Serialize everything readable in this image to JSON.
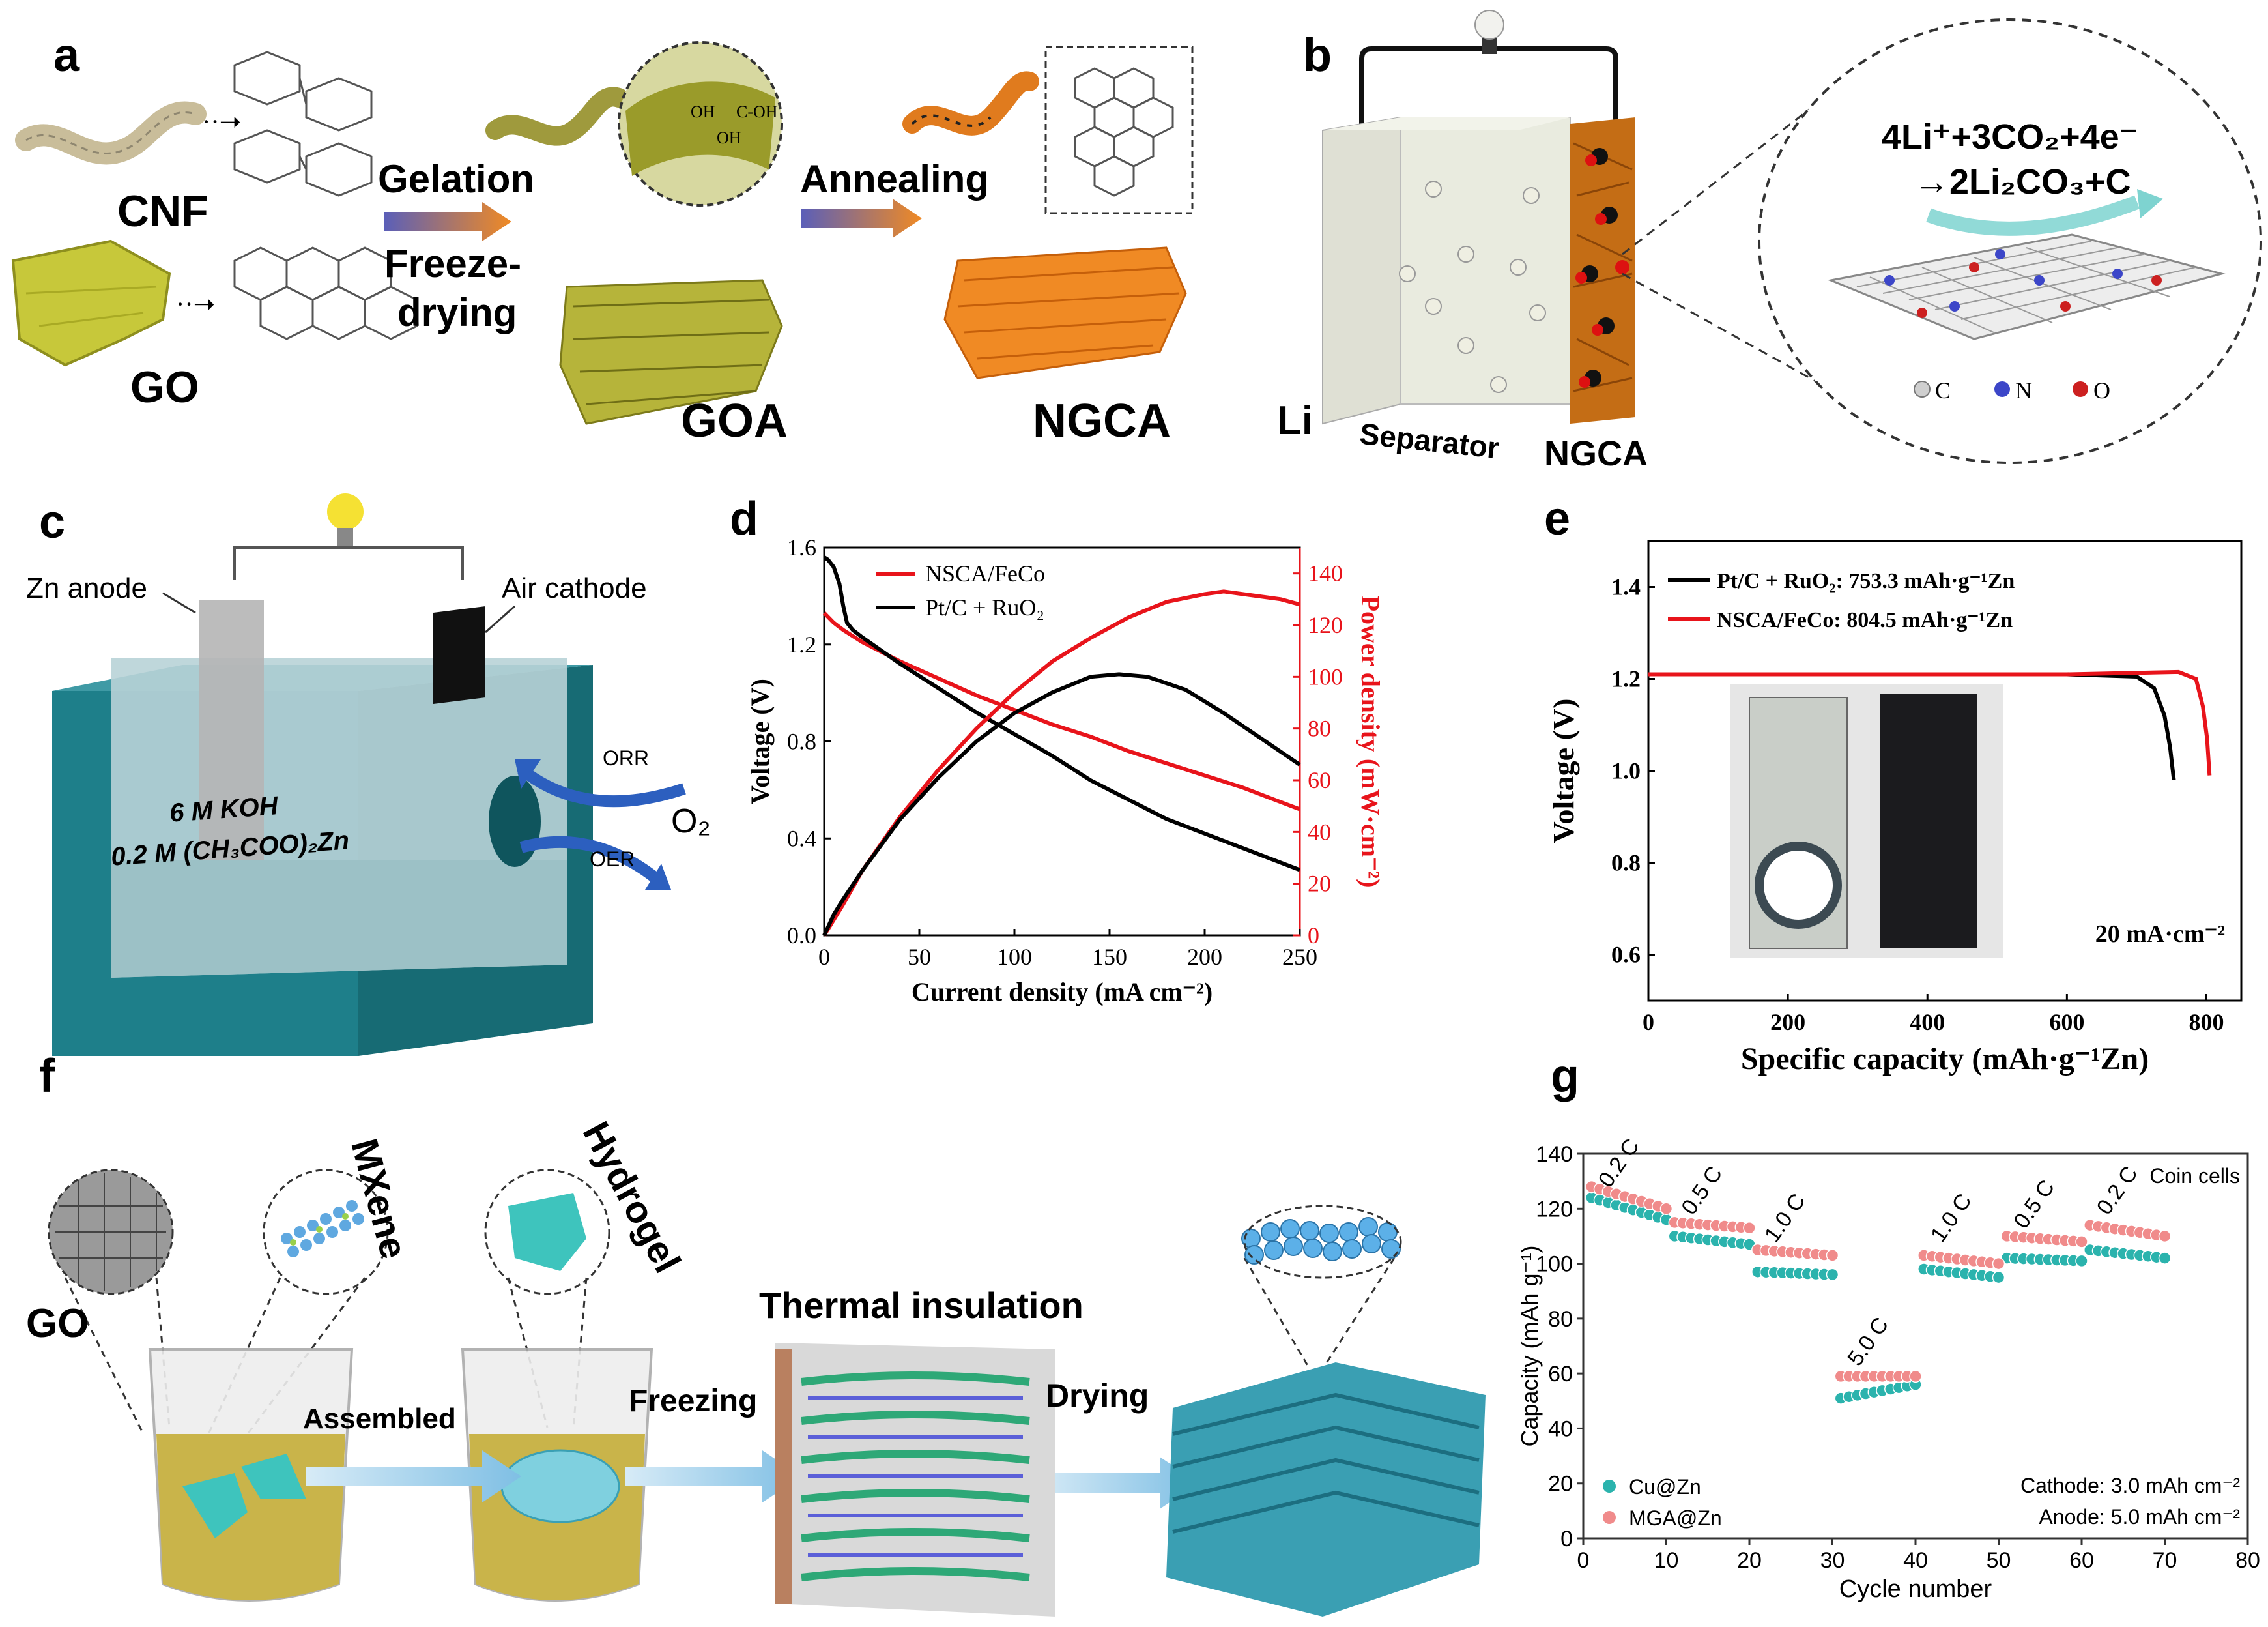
{
  "panel_labels": {
    "a": "a",
    "b": "b",
    "c": "c",
    "d": "d",
    "e": "e",
    "f": "f",
    "g": "g"
  },
  "panel_a": {
    "cnf": "CNF",
    "go": "GO",
    "gelation": "Gelation",
    "freeze_drying_1": "Freeze-",
    "freeze_drying_2": "drying",
    "annealing": "Annealing",
    "goa": "GOA",
    "ngca": "NGCA"
  },
  "panel_b": {
    "reaction_line1": "4Li⁺+3CO₂+4e⁻",
    "reaction_line2": "→2Li₂CO₃+C",
    "legend_c": "C",
    "legend_n": "N",
    "legend_o": "O",
    "li": "Li",
    "separator": "Separator",
    "ngca": "NGCA"
  },
  "panel_c": {
    "zn_anode": "Zn anode",
    "air_cathode": "Air cathode",
    "electrolyte_1": "6 M KOH",
    "electrolyte_2": "0.2 M (CH₃COO)₂Zn",
    "orr": "ORR",
    "oer": "OER",
    "o2": "O₂"
  },
  "panel_f": {
    "go": "GO",
    "mxene": "MXene",
    "hydrogel": "Hydrogel",
    "assembled": "Assembled",
    "freezing": "Freezing",
    "thermal_insulation": "Thermal insulation",
    "drying": "Drying"
  },
  "colors": {
    "red": "#e8141b",
    "black": "#000000",
    "teal": "#2bb3ad",
    "pink": "#f08b8b",
    "orange": "#f08a24",
    "olive": "#b6b43a",
    "box_teal": "#1e7f8a"
  },
  "chart_data": [
    {
      "id": "d",
      "type": "line",
      "xlabel": "Current density (mA cm⁻²)",
      "ylabel": "Voltage (V)",
      "y2label": "Power density (mW·cm⁻²)",
      "xlim": [
        0,
        250
      ],
      "ylim": [
        0,
        1.6
      ],
      "y2lim": [
        0,
        150
      ],
      "xticks": [
        "0",
        "50",
        "100",
        "150",
        "200",
        "250"
      ],
      "yticks": [
        "0.0",
        "0.4",
        "0.8",
        "1.2",
        "1.6"
      ],
      "y2ticks": [
        "0",
        "20",
        "40",
        "60",
        "80",
        "100",
        "120",
        "140"
      ],
      "legend": [
        "NSCA/FeCo",
        "Pt/C + RuO₂"
      ],
      "series": [
        {
          "name": "NSCA/FeCo",
          "axis": "voltage",
          "color": "#e8141b",
          "x": [
            0,
            5,
            10,
            20,
            40,
            60,
            80,
            100,
            120,
            140,
            160,
            180,
            200,
            220,
            240,
            250
          ],
          "y": [
            1.33,
            1.29,
            1.26,
            1.21,
            1.13,
            1.06,
            0.99,
            0.93,
            0.87,
            0.82,
            0.76,
            0.71,
            0.66,
            0.61,
            0.55,
            0.52
          ]
        },
        {
          "name": "Pt/C + RuO₂",
          "axis": "voltage",
          "color": "#000000",
          "x": [
            0,
            2,
            5,
            8,
            10,
            12,
            15,
            20,
            40,
            60,
            80,
            100,
            120,
            140,
            160,
            180,
            200,
            220,
            240,
            250
          ],
          "y": [
            1.56,
            1.55,
            1.52,
            1.45,
            1.36,
            1.29,
            1.26,
            1.23,
            1.12,
            1.02,
            0.92,
            0.83,
            0.74,
            0.64,
            0.56,
            0.48,
            0.42,
            0.36,
            0.3,
            0.27
          ]
        },
        {
          "name": "NSCA/FeCo",
          "axis": "power",
          "color": "#e8141b",
          "x": [
            0,
            10,
            20,
            40,
            60,
            80,
            100,
            120,
            140,
            160,
            180,
            200,
            210,
            220,
            240,
            250
          ],
          "y": [
            0,
            12,
            25,
            46,
            64,
            80,
            94,
            106,
            115,
            123,
            129,
            132,
            133,
            132,
            130,
            128
          ]
        },
        {
          "name": "Pt/C + RuO₂",
          "axis": "power",
          "color": "#000000",
          "x": [
            0,
            5,
            10,
            20,
            40,
            60,
            80,
            100,
            120,
            140,
            155,
            170,
            190,
            210,
            230,
            250
          ],
          "y": [
            0,
            8,
            14,
            25,
            45,
            61,
            75,
            86,
            94,
            100,
            101,
            100,
            95,
            86,
            76,
            66
          ]
        }
      ]
    },
    {
      "id": "e",
      "type": "line",
      "xlabel": "Specific capacity (mAh·g⁻¹Zn)",
      "ylabel": "Voltage (V)",
      "xlim": [
        0,
        850
      ],
      "ylim": [
        0.5,
        1.5
      ],
      "xticks": [
        "0",
        "200",
        "400",
        "600",
        "800"
      ],
      "yticks": [
        "0.6",
        "0.8",
        "1.0",
        "1.2",
        "1.4"
      ],
      "annotation": "20 mA·cm⁻²",
      "legend": [
        "Pt/C + RuO₂: 753.3 mAh·g⁻¹Zn",
        "NSCA/FeCo: 804.5 mAh·g⁻¹Zn"
      ],
      "series": [
        {
          "name": "Pt/C + RuO₂",
          "color": "#000000",
          "x": [
            0,
            300,
            600,
            700,
            725,
            740,
            748,
            753.3
          ],
          "y": [
            1.21,
            1.21,
            1.21,
            1.205,
            1.18,
            1.12,
            1.05,
            0.98
          ]
        },
        {
          "name": "NSCA/FeCo",
          "color": "#e8141b",
          "x": [
            0,
            300,
            600,
            760,
            785,
            795,
            801,
            804.5
          ],
          "y": [
            1.21,
            1.21,
            1.21,
            1.215,
            1.2,
            1.14,
            1.07,
            0.99
          ]
        }
      ]
    },
    {
      "id": "g",
      "type": "scatter",
      "xlabel": "Cycle number",
      "ylabel": "Capacity (mAh g⁻¹)",
      "xlim": [
        0,
        80
      ],
      "ylim": [
        0,
        140
      ],
      "xticks": [
        "0",
        "10",
        "20",
        "30",
        "40",
        "50",
        "60",
        "70",
        "80"
      ],
      "yticks": [
        "0",
        "20",
        "40",
        "60",
        "80",
        "100",
        "120",
        "140"
      ],
      "annotations": [
        "Coin cells",
        "Cathode: 3.0 mAh cm⁻²",
        "Anode: 5.0 mAh cm⁻²"
      ],
      "rate_labels": [
        "0.2 C",
        "0.5 C",
        "1.0 C",
        "5.0 C",
        "1.0 C",
        "0.5 C",
        "0.2 C"
      ],
      "legend": [
        "Cu@Zn",
        "MGA@Zn"
      ],
      "series": [
        {
          "name": "Cu@Zn",
          "color": "#2bb3ad",
          "segments": [
            [
              1,
              10,
              124,
              116
            ],
            [
              11,
              20,
              110,
              107
            ],
            [
              21,
              30,
              97,
              96
            ],
            [
              31,
              40,
              51,
              56
            ],
            [
              41,
              50,
              98,
              95
            ],
            [
              51,
              60,
              102,
              101
            ],
            [
              61,
              70,
              105,
              102
            ]
          ]
        },
        {
          "name": "MGA@Zn",
          "color": "#f08b8b",
          "segments": [
            [
              1,
              10,
              128,
              120
            ],
            [
              11,
              20,
              115,
              113
            ],
            [
              21,
              30,
              105,
              103
            ],
            [
              31,
              40,
              59,
              59
            ],
            [
              41,
              50,
              103,
              100
            ],
            [
              51,
              60,
              110,
              108
            ],
            [
              61,
              70,
              114,
              110
            ]
          ]
        }
      ]
    }
  ]
}
